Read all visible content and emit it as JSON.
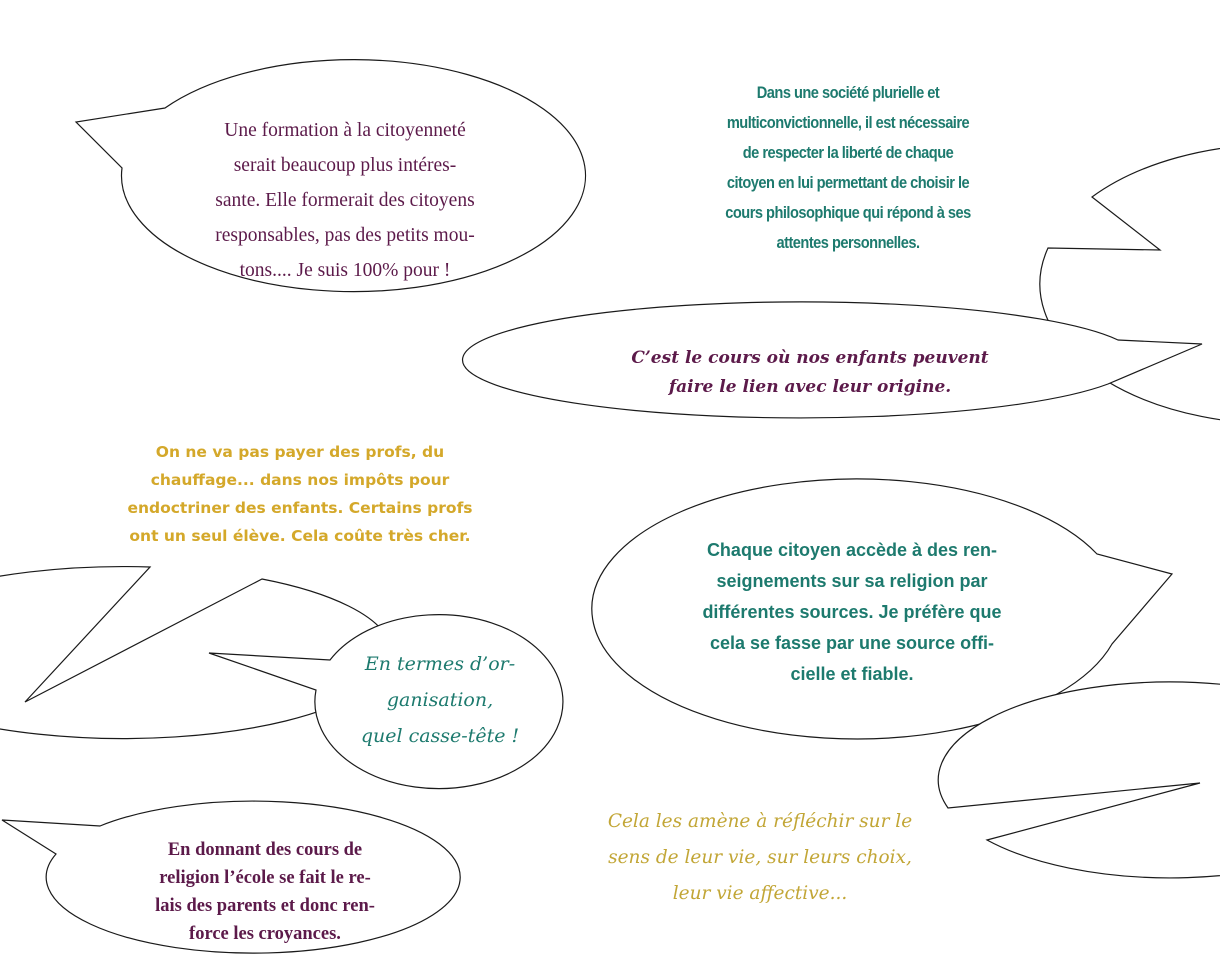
{
  "colors": {
    "purple": "#5c1a4a",
    "teal": "#1d7a6e",
    "gold": "#d4a82a",
    "olive_gold": "#c2a636",
    "outline": "#1a1a1a",
    "background": "#ffffff"
  },
  "bubbles": [
    {
      "id": "b1",
      "text": "Une formation à la citoyenneté\nserait beaucoup plus intéres-\nsante. Elle formerait des citoyens\nresponsables, pas des petits mou-\ntons.... Je suis 100% pour !",
      "color": "#5c1a4a"
    },
    {
      "id": "b2",
      "text": "Dans une société plurielle et\nmulticonvictionnelle, il est nécessaire\nde respecter la liberté de chaque\ncitoyen en lui permettant de choisir le\ncours philosophique qui répond à ses\nattentes personnelles.",
      "color": "#1d7a6e"
    },
    {
      "id": "b3",
      "text": "C’est le cours où nos enfants peuvent\nfaire le lien avec leur origine.",
      "color": "#5c1a4a"
    },
    {
      "id": "b4",
      "text": "On ne va pas payer des profs, du\nchauffage... dans nos impôts pour\nendoctriner des enfants. Certains profs\nont un seul élève. Cela coûte très cher.",
      "color": "#d4a82a"
    },
    {
      "id": "b5",
      "text": "Chaque citoyen accède à des ren-\nseignements sur sa religion par\ndifférentes sources. Je préfère que\ncela se fasse par une source offi-\ncielle et fiable.",
      "color": "#1d7a6e"
    },
    {
      "id": "b6",
      "text": "En termes d’or-\nganisation,\nquel casse-tête !",
      "color": "#1d7a6e"
    },
    {
      "id": "b7",
      "text": "En donnant des cours de\nreligion l’école se fait le re-\nlais des parents et donc ren-\nforce les croyances.",
      "color": "#5c1a4a"
    },
    {
      "id": "b8",
      "text": "Cela les amène à réfléchir sur le\nsens de leur vie, sur leurs choix,\nleur vie affective...",
      "color": "#c2a636"
    }
  ]
}
